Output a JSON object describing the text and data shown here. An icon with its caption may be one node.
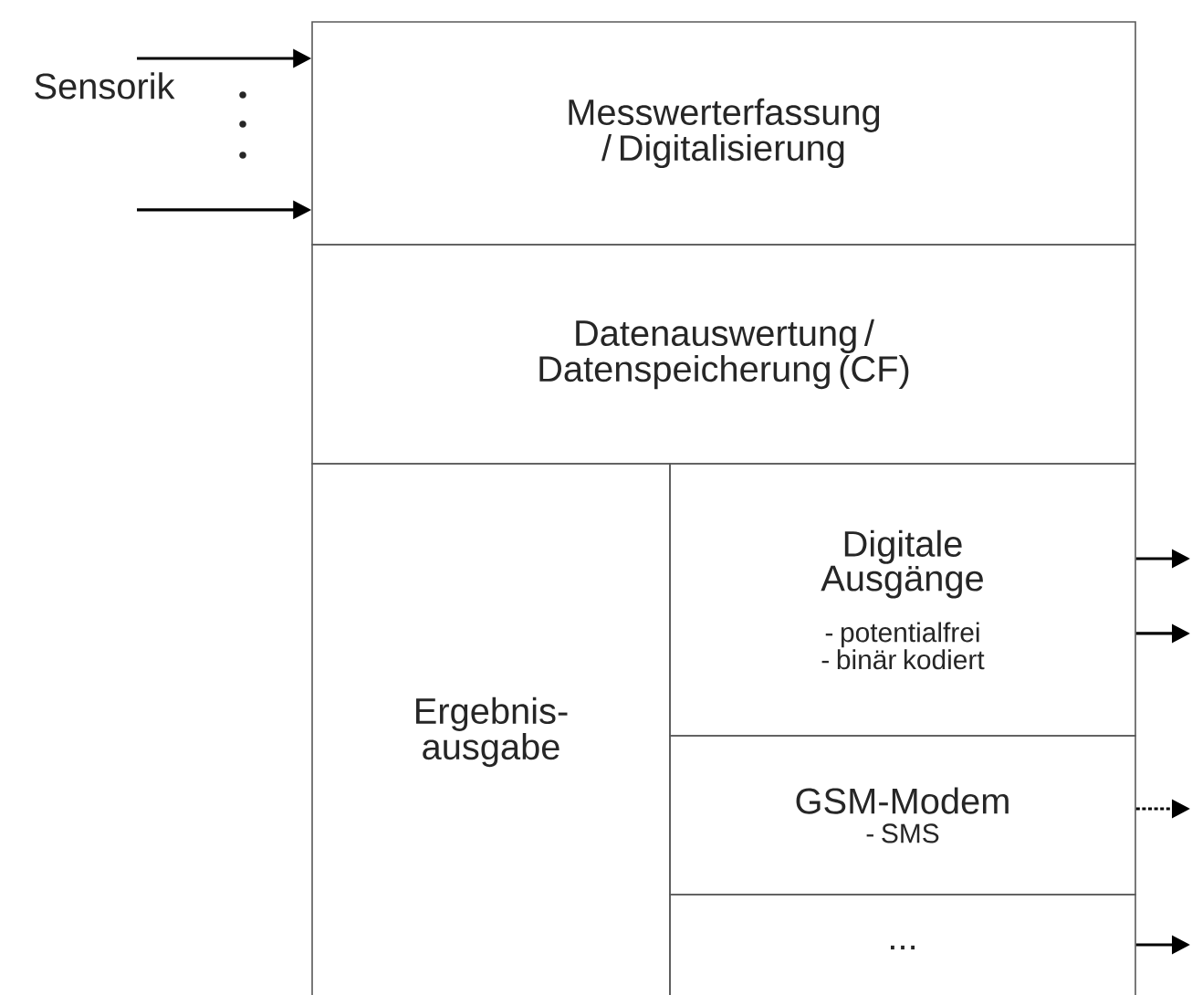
{
  "diagram": {
    "nodes": [
      {
        "text": [
          "Sensorik"
        ]
      },
      {
        "text": [
          "Messwerterfassung / Digitalisierung"
        ]
      },
      {
        "text": [
          "Datenauswertung / Datenspeicherung (CF)"
        ]
      },
      {
        "text": [
          "Ergebnis- ausgabe"
        ]
      },
      {
        "text": [
          "Digitale Ausgänge",
          "- potentialfrei - binär kodiert"
        ]
      },
      {
        "text": [
          "GSM-Modem",
          "- SMS"
        ]
      },
      {
        "text": [
          "..."
        ]
      }
    ],
    "edges": [
      {
        "from": 0,
        "to": 1,
        "arrow": "to"
      },
      {
        "from": 0,
        "to": 1,
        "arrow": "to"
      },
      {
        "from": 4,
        "to": null,
        "arrow": "to"
      },
      {
        "from": 4,
        "to": null,
        "arrow": "to"
      },
      {
        "from": 5,
        "to": null,
        "arrow": "to",
        "style": "dashed"
      },
      {
        "from": 6,
        "to": null,
        "arrow": "to"
      }
    ]
  }
}
